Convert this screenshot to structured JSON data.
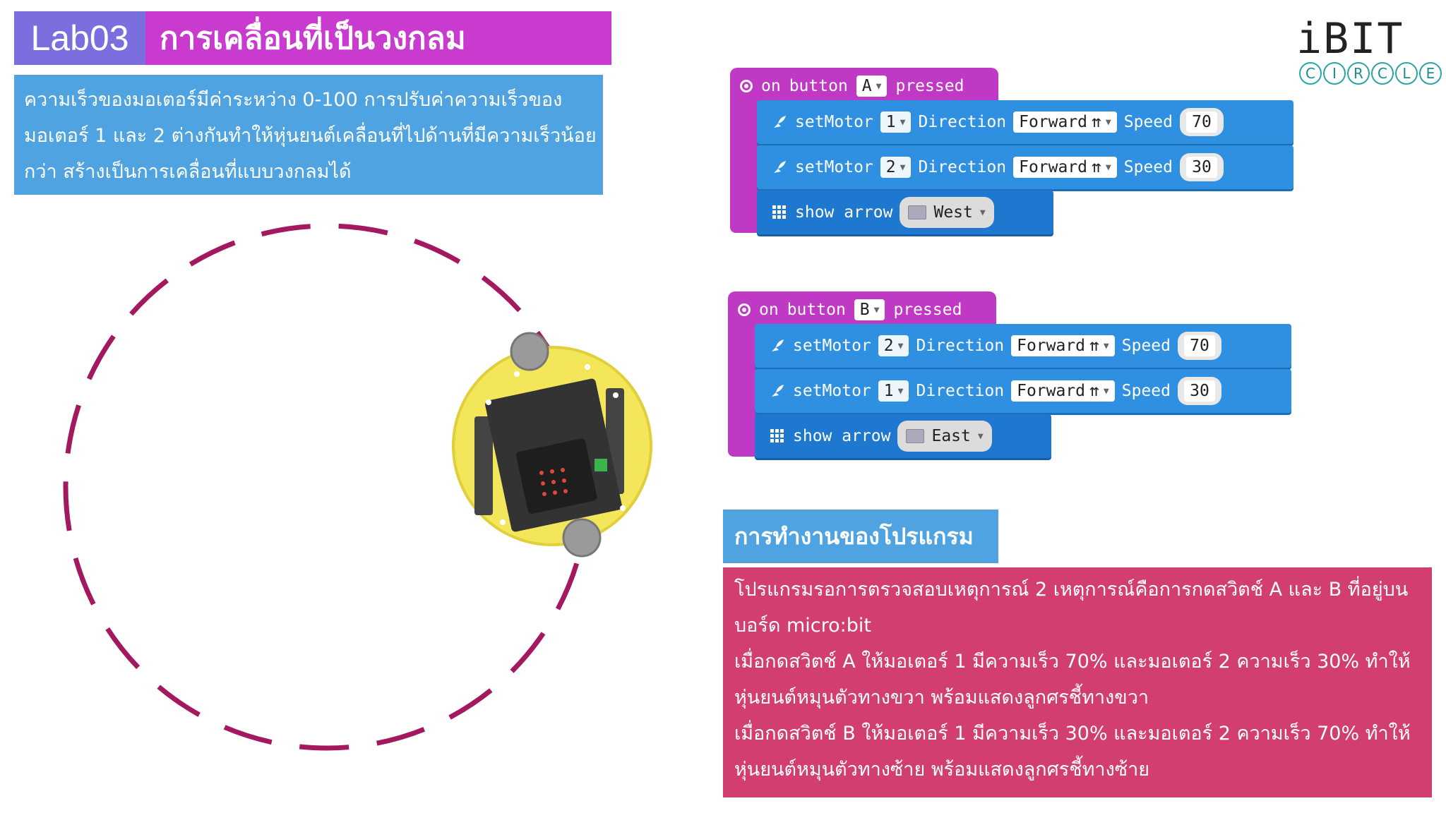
{
  "title": {
    "code": "Lab03",
    "text": "การเคลื่อนที่เป็นวงกลม"
  },
  "description": [
    "ความเร็วของมอเตอร์มีค่าระหว่าง 0-100 การปรับค่าความเร็วของ",
    "มอเตอร์ 1 และ 2 ต่างกันทำให้หุ่นยนต์เคลื่อนที่ไปด้านที่มีความเร็วน้อย",
    "กว่า สร้างเป็นการเคลื่อนที่แบบวงกลมได้"
  ],
  "logo": {
    "word": "iBIT",
    "sub_letters": [
      "C",
      "I",
      "R",
      "C",
      "L",
      "E"
    ]
  },
  "block_a": {
    "on": "on",
    "button": "button",
    "key": "A",
    "pressed": "pressed",
    "rows": [
      {
        "cmd": "setMotor",
        "motor": "1",
        "direction_label": "Direction",
        "direction": "Forward",
        "arrow": "⇈",
        "speed_label": "Speed",
        "speed": "70"
      },
      {
        "cmd": "setMotor",
        "motor": "2",
        "direction_label": "Direction",
        "direction": "Forward",
        "arrow": "⇈",
        "speed_label": "Speed",
        "speed": "30"
      }
    ],
    "show": "show arrow",
    "arrow_value": "West"
  },
  "block_b": {
    "on": "on",
    "button": "button",
    "key": "B",
    "pressed": "pressed",
    "rows": [
      {
        "cmd": "setMotor",
        "motor": "2",
        "direction_label": "Direction",
        "direction": "Forward",
        "arrow": "⇈",
        "speed_label": "Speed",
        "speed": "70"
      },
      {
        "cmd": "setMotor",
        "motor": "1",
        "direction_label": "Direction",
        "direction": "Forward",
        "arrow": "⇈",
        "speed_label": "Speed",
        "speed": "30"
      }
    ],
    "show": "show arrow",
    "arrow_value": "East"
  },
  "info": {
    "title": "การทำงานของโปรแกรม",
    "lines": [
      "โปรแกรมรอการตรวจสอบเหตุการณ์ 2 เหตุการณ์คือการกดสวิตช์ A และ B ที่อยู่บน",
      "บอร์ด micro:bit",
      "เมื่อกดสวิตช์ A ให้มอเตอร์ 1 มีความเร็ว 70% และมอเตอร์ 2 ความเร็ว 30% ทำให้",
      "หุ่นยนต์หมุนตัวทางขวา พร้อมแสดงลูกศรชี้ทางขวา",
      "เมื่อกดสวิตช์ B ให้มอเตอร์ 1 มีความเร็ว 30% และมอเตอร์ 2 ความเร็ว 70% ทำให้",
      "หุ่นยนต์หมุนตัวทางซ้าย พร้อมแสดงลูกศรชี้ทางซ้าย"
    ]
  },
  "colors": {
    "title_code_bg": "#7b6fe0",
    "title_text_bg": "#c93bcf",
    "desc_bg": "#4ea3e0",
    "info_bg": "#d23e6f",
    "event_block": "#c039c4",
    "motor_block": "#2f8fe0",
    "path_dash": "#a3185f"
  }
}
